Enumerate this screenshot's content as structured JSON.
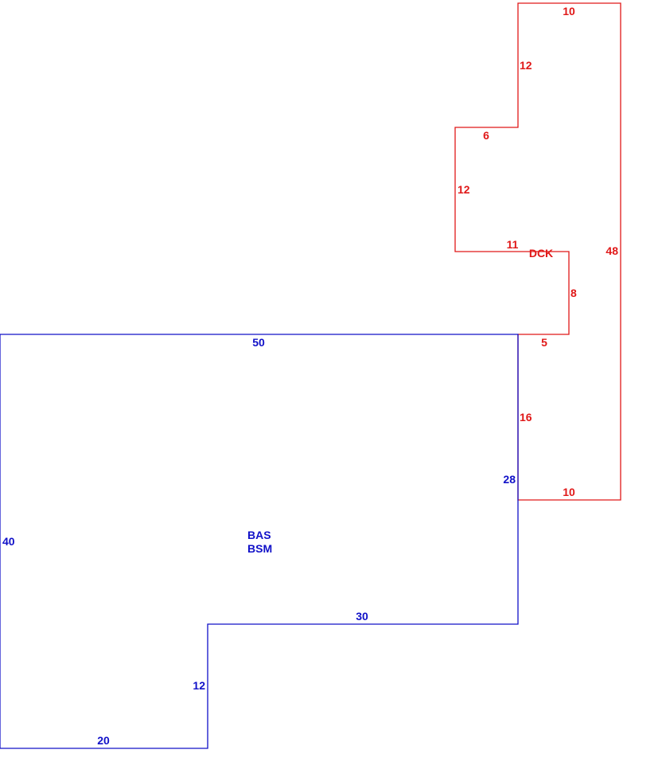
{
  "colors": {
    "main_structure": "#1010c8",
    "deck": "#e01818"
  },
  "areas": {
    "main": {
      "labels": [
        "BAS",
        "BSM"
      ],
      "dimensions": {
        "top": "50",
        "right_upper": "28",
        "middle_horizontal": "30",
        "inner_vertical": "12",
        "bottom": "20",
        "left": "40"
      }
    },
    "deck": {
      "label": "DCK",
      "dimensions": {
        "top": "10",
        "upper_left_vertical": "12",
        "upper_step_horizontal": "6",
        "middle_left_vertical": "12",
        "middle_horizontal": "11",
        "right": "48",
        "notch_vertical": "8",
        "notch_horizontal": "5",
        "lower_left_vertical": "16",
        "bottom": "10"
      }
    }
  }
}
